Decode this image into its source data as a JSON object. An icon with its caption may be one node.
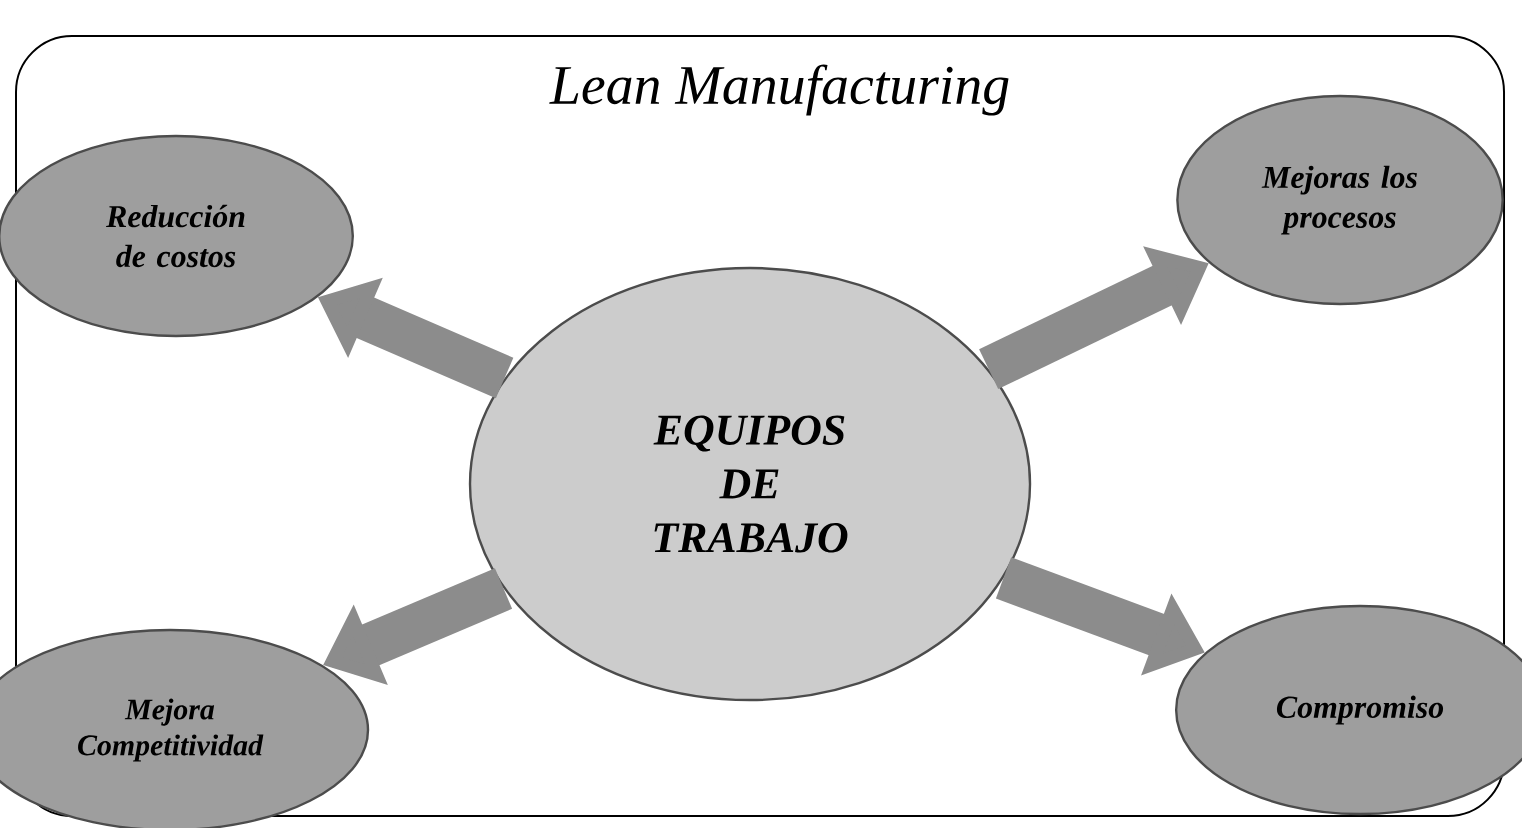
{
  "diagram": {
    "nodes": [
      {
        "text": [
          "Lean Manufacturing"
        ]
      },
      {
        "text": [
          "Reducción de costos"
        ],
        "in": 0
      },
      {
        "text": [
          "Mejoras los procesos"
        ],
        "in": 0
      },
      {
        "text": [
          "EQUIPOS DE TRABAJO"
        ],
        "in": 0
      },
      {
        "text": [
          "Mejora Competitividad"
        ],
        "in": 0
      },
      {
        "text": [
          "Compromiso"
        ],
        "in": 0
      }
    ],
    "edges": [
      {
        "from": 3,
        "to": 1,
        "arrow": "to"
      },
      {
        "from": 3,
        "to": 2,
        "arrow": "to"
      },
      {
        "from": 3,
        "to": 4,
        "arrow": "to"
      },
      {
        "from": 3,
        "to": 5,
        "arrow": "to"
      }
    ]
  }
}
